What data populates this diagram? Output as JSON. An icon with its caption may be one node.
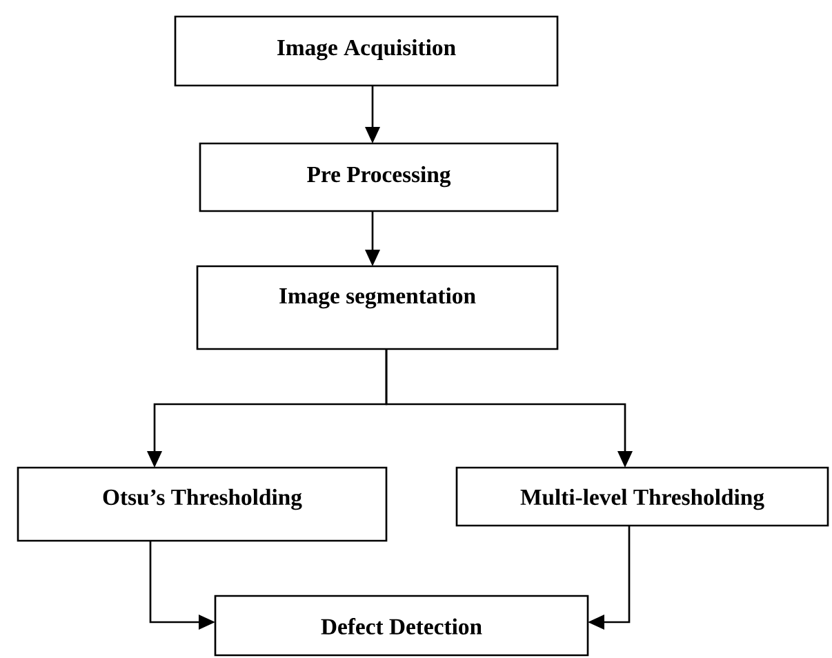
{
  "diagram": {
    "nodes": [
      {
        "text": [
          "Image Acquisition"
        ]
      },
      {
        "text": [
          "Pre Processing"
        ]
      },
      {
        "text": [
          "Image segmentation"
        ]
      },
      {
        "text": [
          "Otsu’s Thresholding"
        ]
      },
      {
        "text": [
          "Multi-level Thresholding"
        ]
      },
      {
        "text": [
          "Defect Detection"
        ]
      }
    ],
    "edges": [
      {
        "from": 0,
        "to": 1,
        "arrow": "to"
      },
      {
        "from": 1,
        "to": 2,
        "arrow": "to"
      },
      {
        "from": 2,
        "to": 3,
        "arrow": "to"
      },
      {
        "from": 2,
        "to": 4,
        "arrow": "to"
      },
      {
        "from": 3,
        "to": 5,
        "arrow": "to"
      },
      {
        "from": 4,
        "to": 5,
        "arrow": "to"
      }
    ]
  }
}
